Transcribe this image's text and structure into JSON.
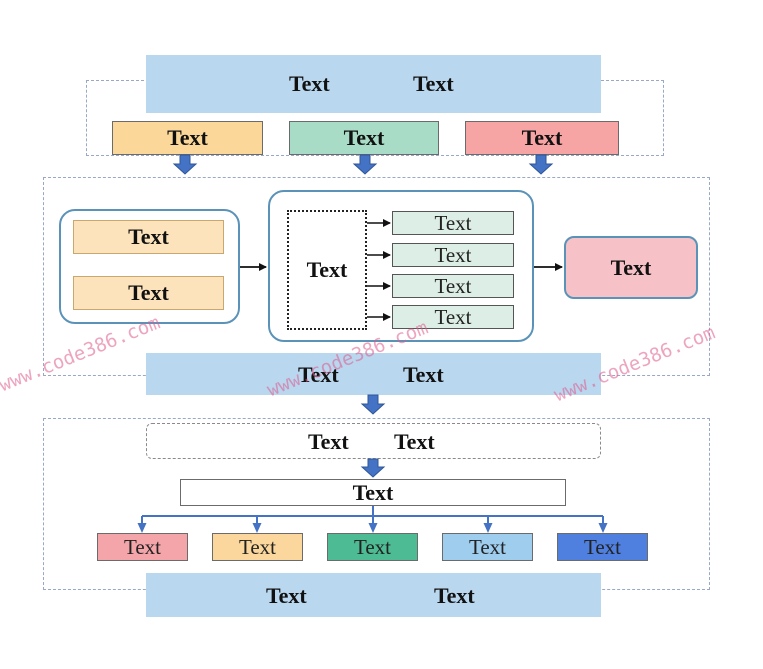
{
  "section1": {
    "band_text_left": "Text",
    "band_text_right": "Text",
    "cards": [
      "Text",
      "Text",
      "Text"
    ]
  },
  "section2": {
    "left_items": [
      "Text",
      "Text"
    ],
    "center_label": "Text",
    "center_items": [
      "Text",
      "Text",
      "Text",
      "Text"
    ],
    "output_label": "Text",
    "band_text_left": "Text",
    "band_text_right": "Text"
  },
  "section3": {
    "dashed_text_left": "Text",
    "dashed_text_right": "Text",
    "wide_box": "Text",
    "leaf_items": [
      "Text",
      "Text",
      "Text",
      "Text",
      "Text"
    ],
    "band_text_left": "Text",
    "band_text_right": "Text"
  },
  "watermark": "www.code386.com",
  "colors": {
    "band": "#b9d7ef",
    "card_orange": "#fbd89a",
    "card_green": "#a8dcc6",
    "card_red": "#f7a4a4",
    "left_item": "#fde3bb",
    "center_item": "#ddeee6",
    "output": "#f6c2c8",
    "leaf_pink": "#f4a5aa",
    "leaf_orange": "#fbd79d",
    "leaf_teal": "#4dbb94",
    "leaf_lightblue": "#9fcdee",
    "leaf_blue": "#4f80e0",
    "arrow_blue": "#4472c4"
  }
}
